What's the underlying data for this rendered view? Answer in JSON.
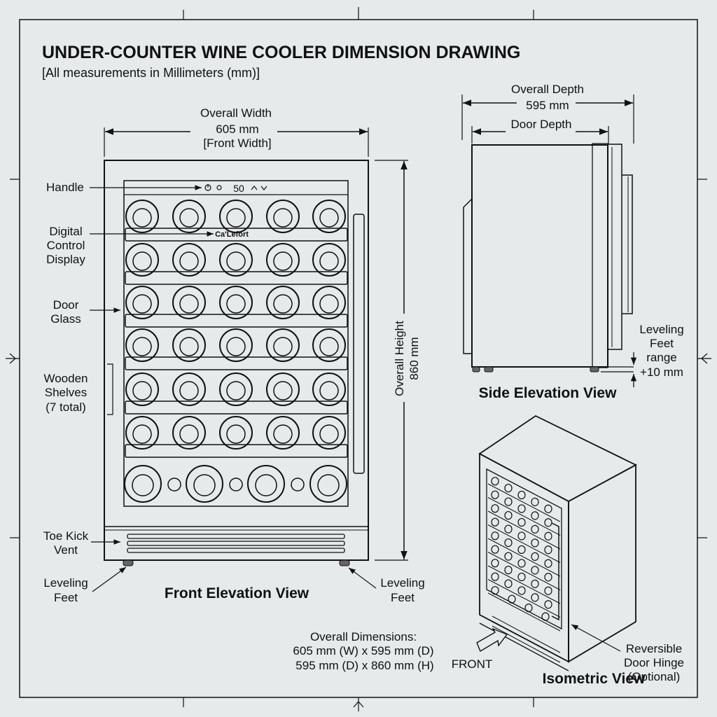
{
  "header": {
    "title": "UNDER-COUNTER WINE COOLER DIMENSION DRAWING",
    "subtitle": "[All measurements in Millimeters (mm)]"
  },
  "front_view": {
    "title": "Front Elevation View",
    "overall_width_label": "Overall Width",
    "overall_width_value": "605 mm",
    "overall_width_note": "[Front Width]",
    "overall_height_label": "Overall Height",
    "overall_height_value": "860 mm",
    "display_readout": "50",
    "brand": "Ca'Lefort",
    "callouts": {
      "handle": "Handle",
      "digital_control_display": [
        "Digital",
        "Control",
        "Display"
      ],
      "door_glass": [
        "Door",
        "Glass"
      ],
      "wooden_shelves": [
        "Wooden",
        "Shelves",
        "(7 total)"
      ],
      "toe_kick_vent": [
        "Toe Kick",
        "Vent"
      ],
      "leveling_feet_left": [
        "Leveling",
        "Feet"
      ],
      "leveling_feet_right": [
        "Leveling",
        "Feet"
      ]
    }
  },
  "side_view": {
    "title": "Side Elevation View",
    "overall_depth_label": "Overall Depth",
    "overall_depth_value": "595 mm",
    "door_depth_label": "Door Depth",
    "leveling_feet_range": [
      "Leveling",
      "Feet",
      "range",
      "+10 mm"
    ]
  },
  "isometric_view": {
    "title": "Isometric View",
    "front_label": "FRONT",
    "reversible_hinge": [
      "Reversible",
      "Door Hinge",
      "(Optional)"
    ]
  },
  "overall_dimensions": {
    "heading": "Overall Dimensions:",
    "line1": "605 mm (W) x 595 mm (D)",
    "line2": "595 mm (D) x 860 mm (H)"
  }
}
